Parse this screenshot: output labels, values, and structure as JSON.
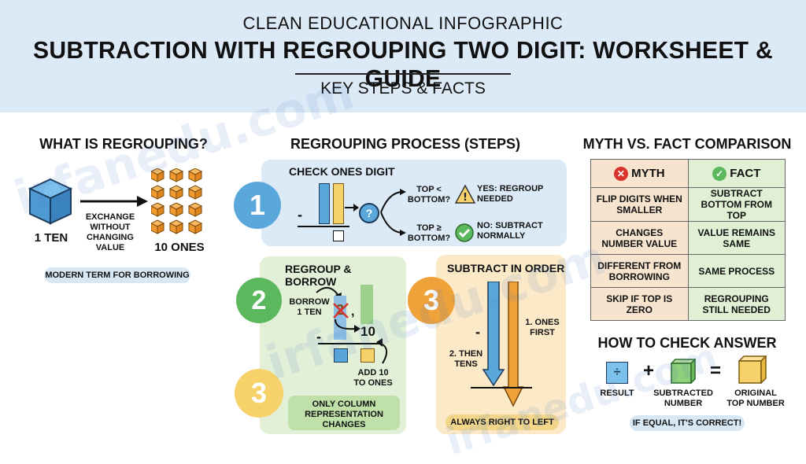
{
  "header": {
    "subtitle": "CLEAN EDUCATIONAL INFOGRAPHIC",
    "title": "SUBTRACTION WITH REGROUPING TWO DIGIT: WORKSHEET & GUIDE",
    "tagline": "KEY STEPS & FACTS"
  },
  "watermark": "irfanedu.com",
  "what_is": {
    "title": "WHAT IS REGROUPING?",
    "left_label": "1 TEN",
    "arrow_label": "EXCHANGE WITHOUT CHANGING VALUE",
    "right_label": "10 ONES",
    "note": "MODERN TERM FOR BORROWING"
  },
  "process": {
    "title": "REGROUPING PROCESS (STEPS)",
    "step1": {
      "number": "1",
      "title": "CHECK ONES DIGIT",
      "minus": "-",
      "question": "?",
      "branch_top_cond": "TOP < BOTTOM?",
      "branch_top_result": "YES: REGROUP NEEDED",
      "branch_bottom_cond": "TOP ≥ BOTTOM?",
      "branch_bottom_result": "NO: SUBTRACT NORMALLY"
    },
    "step2": {
      "number": "2",
      "title": "REGROUP & BORROW",
      "borrow_label": "BORROW 1 TEN",
      "crossed_digit": "2",
      "new_value": "10",
      "minus": "-",
      "add_label": "ADD 10 TO ONES"
    },
    "step3a": {
      "number": "3",
      "note": "ONLY COLUMN REPRESENTATION CHANGES"
    },
    "step3b": {
      "number": "3",
      "title": "SUBTRACT IN ORDER",
      "ones_label": "1. ONES FIRST",
      "tens_label": "2. THEN TENS",
      "minus": "-",
      "note": "ALWAYS RIGHT TO LEFT"
    }
  },
  "myth_fact": {
    "title": "MYTH VS. FACT COMPARISON",
    "myth_header": "MYTH",
    "fact_header": "FACT",
    "rows": [
      {
        "myth": "FLIP DIGITS WHEN SMALLER",
        "fact": "SUBTRACT BOTTOM FROM TOP"
      },
      {
        "myth": "CHANGES NUMBER VALUE",
        "fact": "VALUE REMAINS SAME"
      },
      {
        "myth": "DIFFERENT FROM BORROWING",
        "fact": "SAME PROCESS"
      },
      {
        "myth": "SKIP IF TOP IS ZERO",
        "fact": "REGROUPING STILL NEEDED"
      }
    ]
  },
  "check": {
    "title": "HOW TO CHECK ANSWER",
    "plus": "+",
    "equals": "=",
    "divide": "÷",
    "result_label": "RESULT",
    "subtracted_label": "SUBTRACTED NUMBER",
    "original_label": "ORIGINAL TOP NUMBER",
    "note": "IF EQUAL, IT'S CORRECT!"
  },
  "colors": {
    "header_bg": "#dbeaf6",
    "blue": "#5aa7dc",
    "green": "#5cb85c",
    "orange": "#f0a23a",
    "yellow": "#f7d26a",
    "myth_bg": "#f6e4cf",
    "fact_bg": "#dff0d4"
  }
}
